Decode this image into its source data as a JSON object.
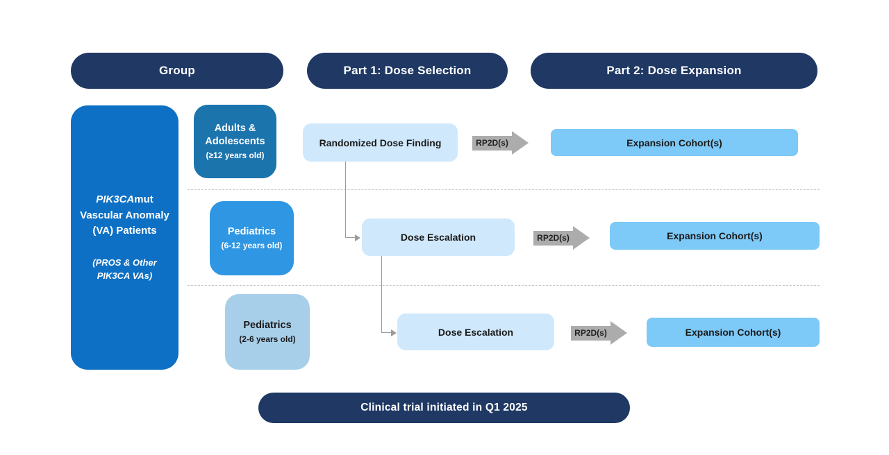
{
  "headers": [
    {
      "label": "Group"
    },
    {
      "label": "Part 1: Dose Selection"
    },
    {
      "label": "Part 2: Dose Expansion"
    }
  ],
  "patient_box": {
    "gene_italic": "PIK3CA",
    "gene_suffix": "mut",
    "line2": "Vascular Anomaly",
    "line3": "(VA) Patients",
    "note_line1": "(PROS & Other",
    "note_line2": "PIK3CA VAs)"
  },
  "rows": [
    {
      "group_line1": "Adults &",
      "group_line2": "Adolescents",
      "group_years": "(≥12 years old)",
      "stage1": "Randomized Dose Finding",
      "arrow_label": "RP2D(s)",
      "stage2": "Expansion Cohort(s)"
    },
    {
      "group_line1": "Pediatrics",
      "group_years": "(6-12 years old)",
      "stage1": "Dose Escalation",
      "arrow_label": "RP2D(s)",
      "stage2": "Expansion Cohort(s)"
    },
    {
      "group_line1": "Pediatrics",
      "group_years": "(2-6 years old)",
      "stage1": "Dose Escalation",
      "arrow_label": "RP2D(s)",
      "stage2": "Expansion Cohort(s)"
    }
  ],
  "footer": {
    "label": "Clinical trial initiated in Q1 2025"
  },
  "colors": {
    "navy": "#1F3864",
    "patient_blue": "#0D70C4",
    "group_adults": "#1C74AD",
    "group_peds_6_12": "#2E96E3",
    "group_peds_2_6": "#A8CFEA",
    "stage1_light": "#CFE8FC",
    "expansion_blue": "#7DC9F8",
    "arrow_gray": "#ACACAC",
    "connector_gray": "#9B9B9B",
    "dash_gray": "#C4C4C4",
    "dark_text": "#1A1A1A"
  }
}
